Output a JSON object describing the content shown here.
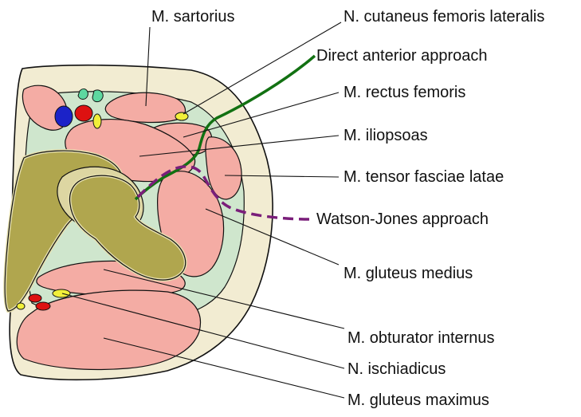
{
  "labels": {
    "sartorius": "M. sartorius",
    "cutaneus": "N. cutaneus femoris lateralis",
    "direct_anterior": "Direct anterior approach",
    "rectus": "M. rectus femoris",
    "iliopsoas": "M. iliopsoas",
    "tensor": "M. tensor fasciae latae",
    "watson_jones": "Watson-Jones approach",
    "gluteus_medius": "M. gluteus medius",
    "obturator": "M. obturator internus",
    "ischiadicus": "N. ischiadicus",
    "gluteus_maximus": "M. gluteus maximus"
  },
  "colors": {
    "outline": "#111111",
    "skin": "#f2ecd2",
    "fascia": "#cfe6cd",
    "muscle": "#f4aca4",
    "bone": "#b0a64e",
    "bone_edge": "#e5dfae",
    "cartilage": "#ddd6a2",
    "direct_anterior_line": "#127112",
    "watson_jones_line": "#7a1e7a",
    "vein": "#1b22c8",
    "artery": "#dd1111",
    "nerve": "#f1ef3a",
    "lymph": "#5dd8a0"
  }
}
